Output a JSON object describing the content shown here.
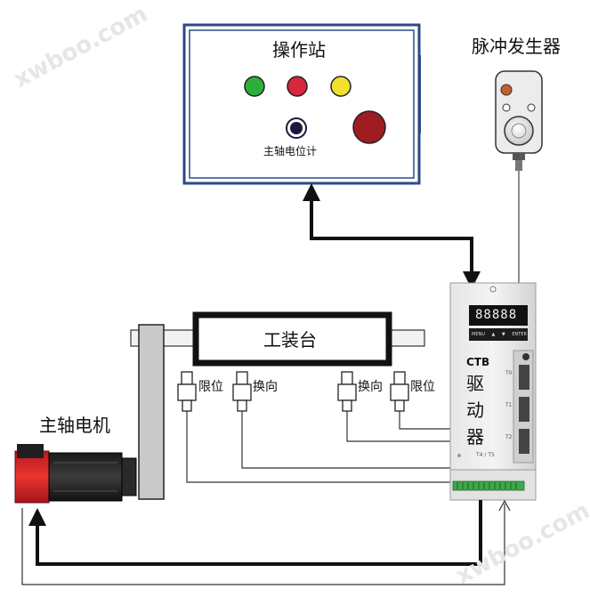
{
  "watermarks": [
    "xwboo.com",
    "xwboo.com"
  ],
  "operator_station": {
    "title": "操作站",
    "potentiometer_label": "主轴电位计",
    "buttons": [
      {
        "name": "green-button",
        "color": "#2fae3b"
      },
      {
        "name": "red-button",
        "color": "#d8263f"
      },
      {
        "name": "yellow-button",
        "color": "#f2e02c"
      },
      {
        "name": "potentiometer-knob",
        "color": "#1b1840"
      },
      {
        "name": "large-red-button",
        "color": "#9e1c22"
      }
    ],
    "frame_color": "#2b4a86"
  },
  "pulse_generator": {
    "title": "脉冲发生器"
  },
  "fixture_table": {
    "label": "工装台"
  },
  "sensors": {
    "left_limit": "限位",
    "left_reverse": "换向",
    "right_reverse": "换向",
    "right_limit": "限位"
  },
  "spindle_motor": {
    "label": "主轴电机",
    "color": "#d9262b"
  },
  "driver": {
    "brand": "CTB",
    "title_chars": [
      "驱",
      "动",
      "器"
    ],
    "display": "88888",
    "key_labels": [
      "MENU",
      "▲",
      "▼",
      "ENTER"
    ],
    "slot_labels": [
      "T0",
      "T1",
      "T2"
    ],
    "model": "T4 / T5"
  }
}
